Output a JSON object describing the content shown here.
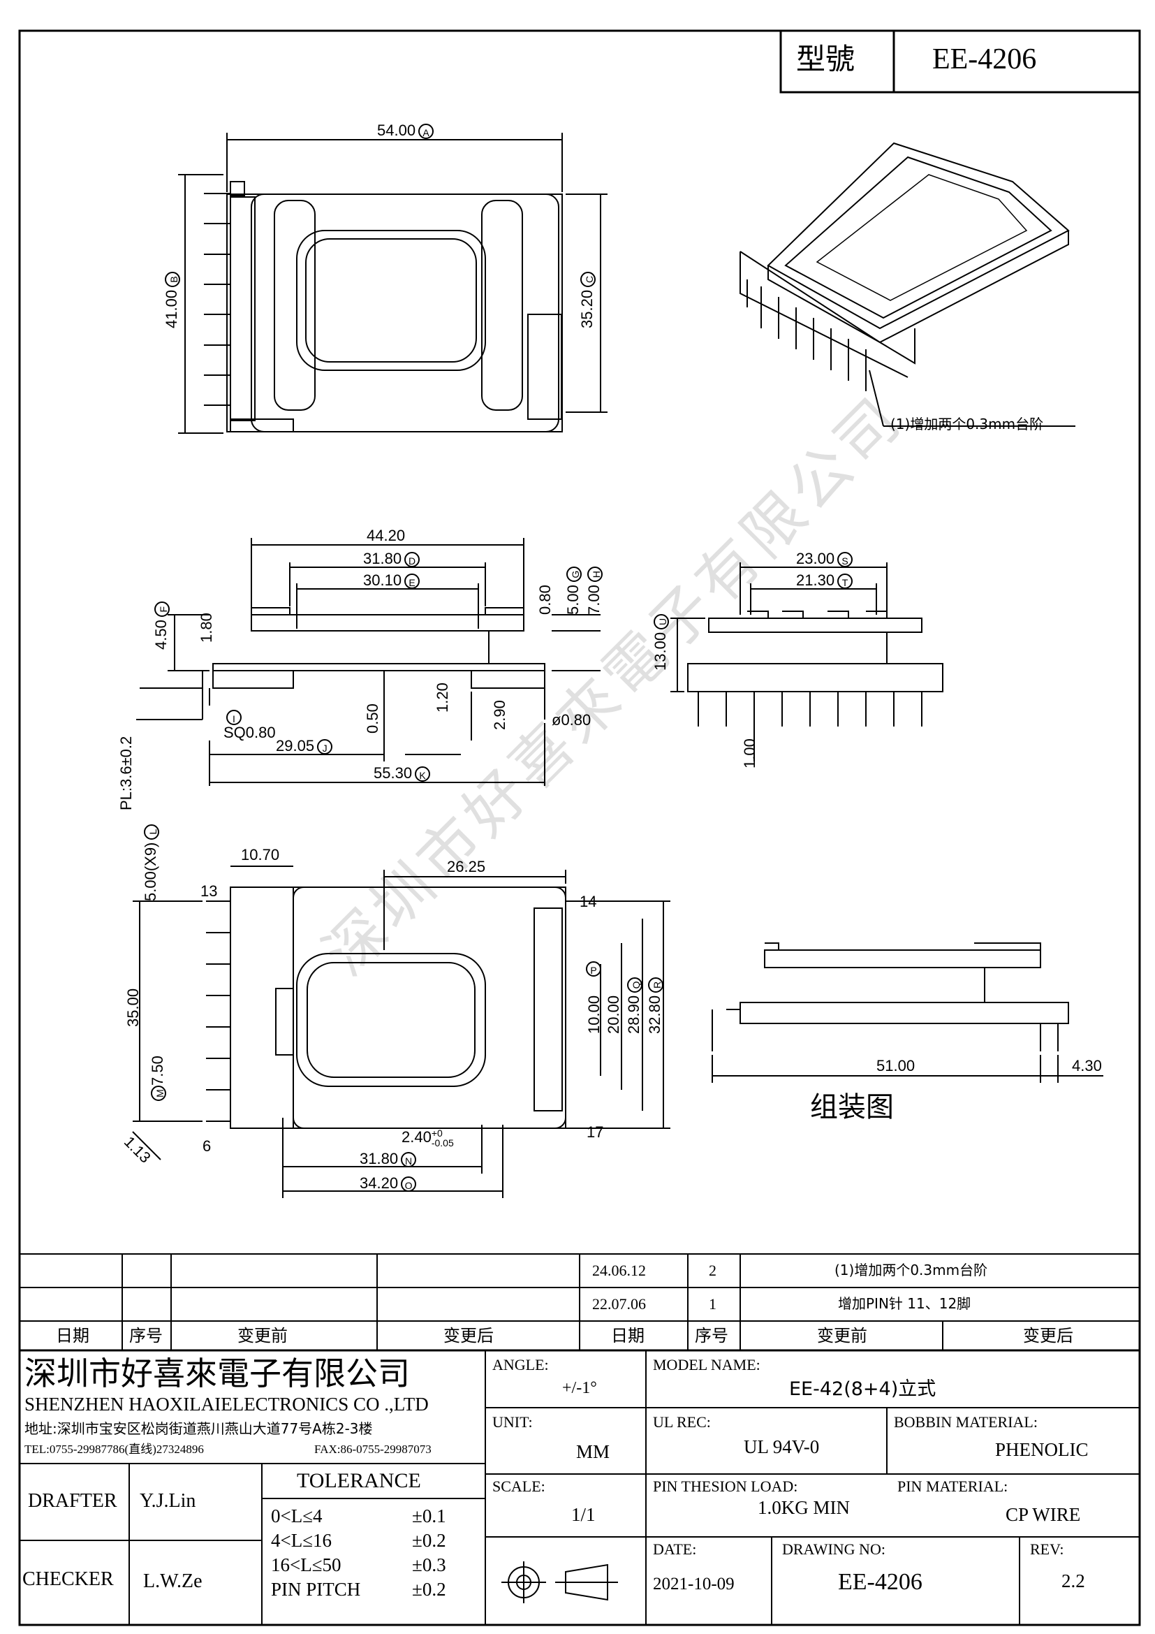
{
  "header": {
    "type_label": "型號",
    "model": "EE-4206"
  },
  "views": {
    "top": {
      "dims": {
        "width": "54.00",
        "width_tag": "A",
        "height": "41.00",
        "height_tag": "B",
        "inner_h": "35.20",
        "inner_h_tag": "C"
      },
      "note": "(1)增加两个0.3mm台阶"
    },
    "side": {
      "dims": {
        "d1": "44.20",
        "d2": "31.80",
        "d2_tag": "D",
        "d3": "30.10",
        "d3_tag": "E",
        "d4": "0.80",
        "d5": "5.00",
        "d5_tag": "G",
        "d6": "7.00",
        "d6_tag": "H",
        "d7": "4.50",
        "d7_tag": "F",
        "d8": "1.80",
        "d9": "SQ0.80",
        "d9_tag": "I",
        "d10": "0.50",
        "d11": "1.20",
        "d12": "2.90",
        "d13": "ø0.80",
        "d14": "29.05",
        "d14_tag": "J",
        "d15": "55.30",
        "d15_tag": "K",
        "pl": "PL:3.6±0.2"
      }
    },
    "front": {
      "dims": {
        "d1": "23.00",
        "d1_tag": "S",
        "d2": "21.30",
        "d2_tag": "T",
        "d3": "13.00",
        "d3_tag": "U",
        "d4": "1.00"
      }
    },
    "bottom": {
      "dims": {
        "pitch": "5.00(X9)",
        "pitch_tag": "L",
        "d1": "10.70",
        "d2": "26.25",
        "d3": "35.00",
        "d4": "7.50",
        "d4_tag": "M",
        "d5": "10.00",
        "d5_tag": "P",
        "d6": "20.00",
        "d7": "28.90",
        "d7_tag": "Q",
        "d8": "32.80",
        "d8_tag": "R",
        "d9": "2.40",
        "d9_tol_up": "+0",
        "d9_tol_dn": "-0.05",
        "d10": "31.80",
        "d10_tag": "N",
        "d11": "34.20",
        "d11_tag": "O",
        "d12": "1.13"
      },
      "pins": {
        "p13": "13",
        "p14": "14",
        "p6": "6",
        "p17": "17"
      }
    },
    "assembly": {
      "d1": "51.00",
      "d2": "4.30",
      "caption": "组装图"
    }
  },
  "watermark": "深圳市好喜來電子有限公司",
  "revisions": {
    "rows": [
      {
        "date": "24.06.12",
        "no": "2",
        "desc": "(1)增加两个0.3mm台阶"
      },
      {
        "date": "22.07.06",
        "no": "1",
        "desc": "增加PIN针  11、12脚"
      }
    ],
    "headers": [
      "日期",
      "序号",
      "变更前",
      "变更后",
      "日期",
      "序号",
      "变更前",
      "变更后"
    ]
  },
  "title_block": {
    "company_cn": "深圳市好喜來電子有限公司",
    "company_en": "SHENZHEN HAOXILAIELECTRONICS CO .,LTD",
    "address": "地址:深圳市宝安区松岗街道燕川燕山大道77号A栋2-3楼",
    "tel": "TEL:0755-29987786(直线)27324896",
    "fax": "FAX:86-0755-29987073",
    "angle_label": "ANGLE:",
    "angle_value": "+/-1°",
    "model_label": "MODEL NAME:",
    "model_value": "EE-42(8+4)立式",
    "unit_label": "UNIT:",
    "unit_value": "MM",
    "ul_label": "UL REC:",
    "ul_value": "UL 94V-0",
    "bobbin_label": "BOBBIN MATERIAL:",
    "bobbin_value": "PHENOLIC",
    "scale_label": "SCALE:",
    "scale_value": "1/1",
    "pinload_label": "PIN THESION LOAD:",
    "pinload_value": "1.0KG MIN",
    "pinmat_label": "PIN MATERIAL:",
    "pinmat_value": "CP   WIRE",
    "date_label": "DATE:",
    "date_value": "2021-10-09",
    "drawing_label": "DRAWING NO:",
    "drawing_value": "EE-4206",
    "rev_label": "REV:",
    "rev_value": "2.2",
    "drafter_label": "DRAFTER",
    "drafter_value": "Y.J.Lin",
    "checker_label": "CHECKER",
    "checker_value": "L.W.Ze",
    "tolerance_title": "TOLERANCE",
    "tolerance": [
      {
        "range": "0<L≤4",
        "value": "±0.1"
      },
      {
        "range": "4<L≤16",
        "value": "±0.2"
      },
      {
        "range": "16<L≤50",
        "value": "±0.3"
      },
      {
        "range": "PIN PITCH",
        "value": "±0.2"
      }
    ]
  }
}
